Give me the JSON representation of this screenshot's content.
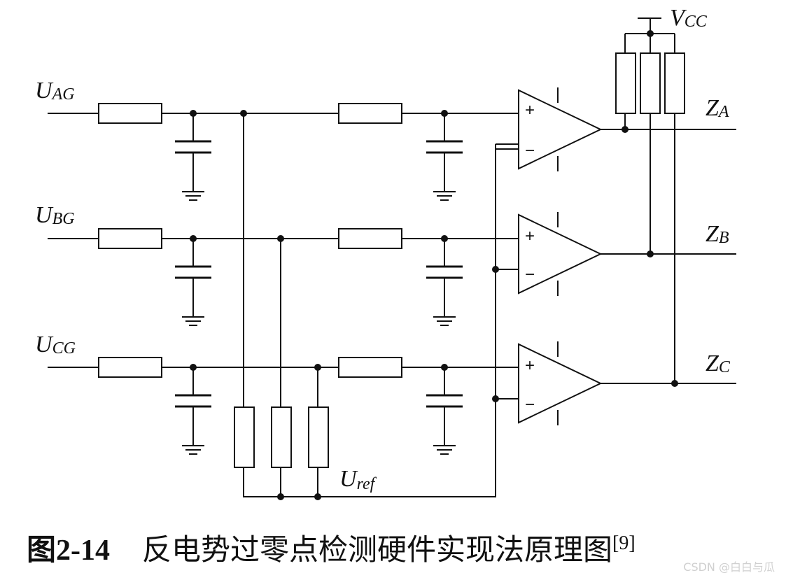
{
  "labels": {
    "inputs": [
      {
        "main": "U",
        "sub": "AG"
      },
      {
        "main": "U",
        "sub": "BG"
      },
      {
        "main": "U",
        "sub": "CG"
      }
    ],
    "outputs": [
      {
        "main": "Z",
        "sub": "A"
      },
      {
        "main": "Z",
        "sub": "B"
      },
      {
        "main": "Z",
        "sub": "C"
      }
    ],
    "supply": {
      "main": "V",
      "sub": "CC"
    },
    "reference": {
      "main": "U",
      "sub": "ref"
    },
    "plus_sign": "+",
    "minus_sign": "−"
  },
  "caption": {
    "number": "图2-14",
    "text": "反电势过零点检测硬件实现法原理图",
    "citation": "[9]"
  },
  "watermark": "CSDN @白白与瓜"
}
